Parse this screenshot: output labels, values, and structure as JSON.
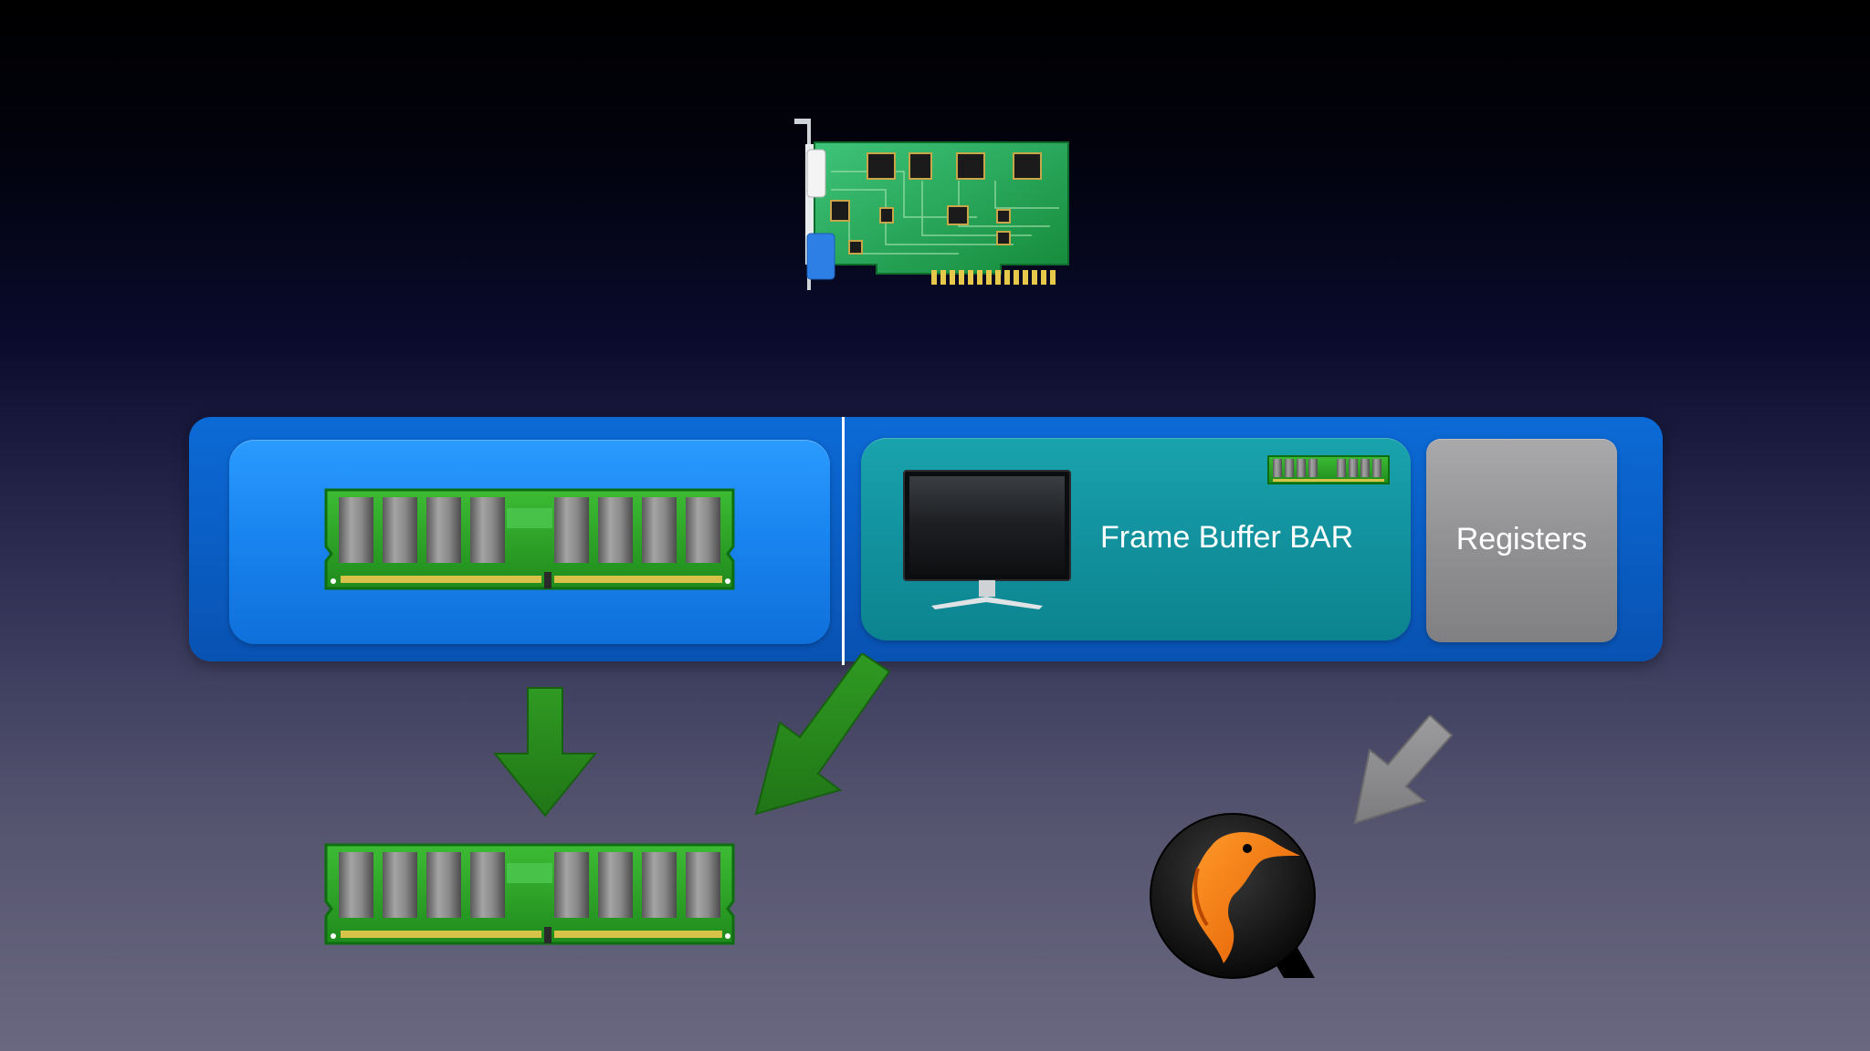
{
  "slide": {
    "bar_container": {
      "sections": [
        {
          "id": "system-ram",
          "icon": "ram-module-icon"
        },
        {
          "id": "frame-buffer",
          "icon": "monitor-icon",
          "secondary_icon": "small-ram-module-icon",
          "label": "Frame Buffer BAR"
        },
        {
          "id": "registers",
          "label": "Registers"
        }
      ]
    },
    "top_icon": "graphics-card-icon",
    "bottom_left_icon": "ram-module-icon",
    "bottom_right_icon": "qemu-logo-icon",
    "arrows": [
      {
        "name": "down-arrow",
        "color": "#2e8f22"
      },
      {
        "name": "diagonal-arrow-left",
        "color": "#2e8f22"
      },
      {
        "name": "diagonal-arrow-right",
        "color": "#8e8e90"
      }
    ],
    "colors": {
      "bar_blue": "#0c6ad6",
      "ram_panel": "#1985f0",
      "frame_buffer_panel": "#12929e",
      "registers_panel": "#929294",
      "pcb_green": "#2a9a26"
    }
  }
}
